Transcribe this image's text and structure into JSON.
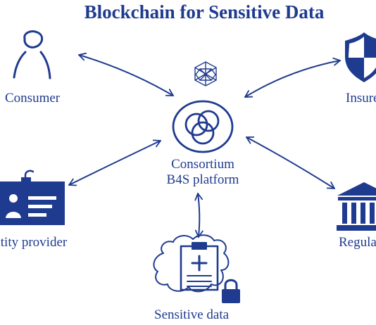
{
  "diagram": {
    "title": "Blockchain for Sensitive Data",
    "center": {
      "line1": "Consortium",
      "line2": "B4S platform"
    },
    "nodes": {
      "consumer": "Consumer",
      "insurer": "Insurer",
      "identity_provider": "Identity provider",
      "regulator": "Regulator",
      "sensitive_data": "Sensitive data"
    },
    "icons": {
      "center": "interlocking-circles-logo",
      "hyperledger": "hexagon-network-icon",
      "consumer": "person-icon",
      "insurer": "shield-icon",
      "identity_provider": "id-card-icon",
      "regulator": "bank-building-icon",
      "sensitive_data": "medical-record-icon",
      "lock": "padlock-icon"
    },
    "colors": {
      "ink": "#1f3b8f"
    }
  }
}
